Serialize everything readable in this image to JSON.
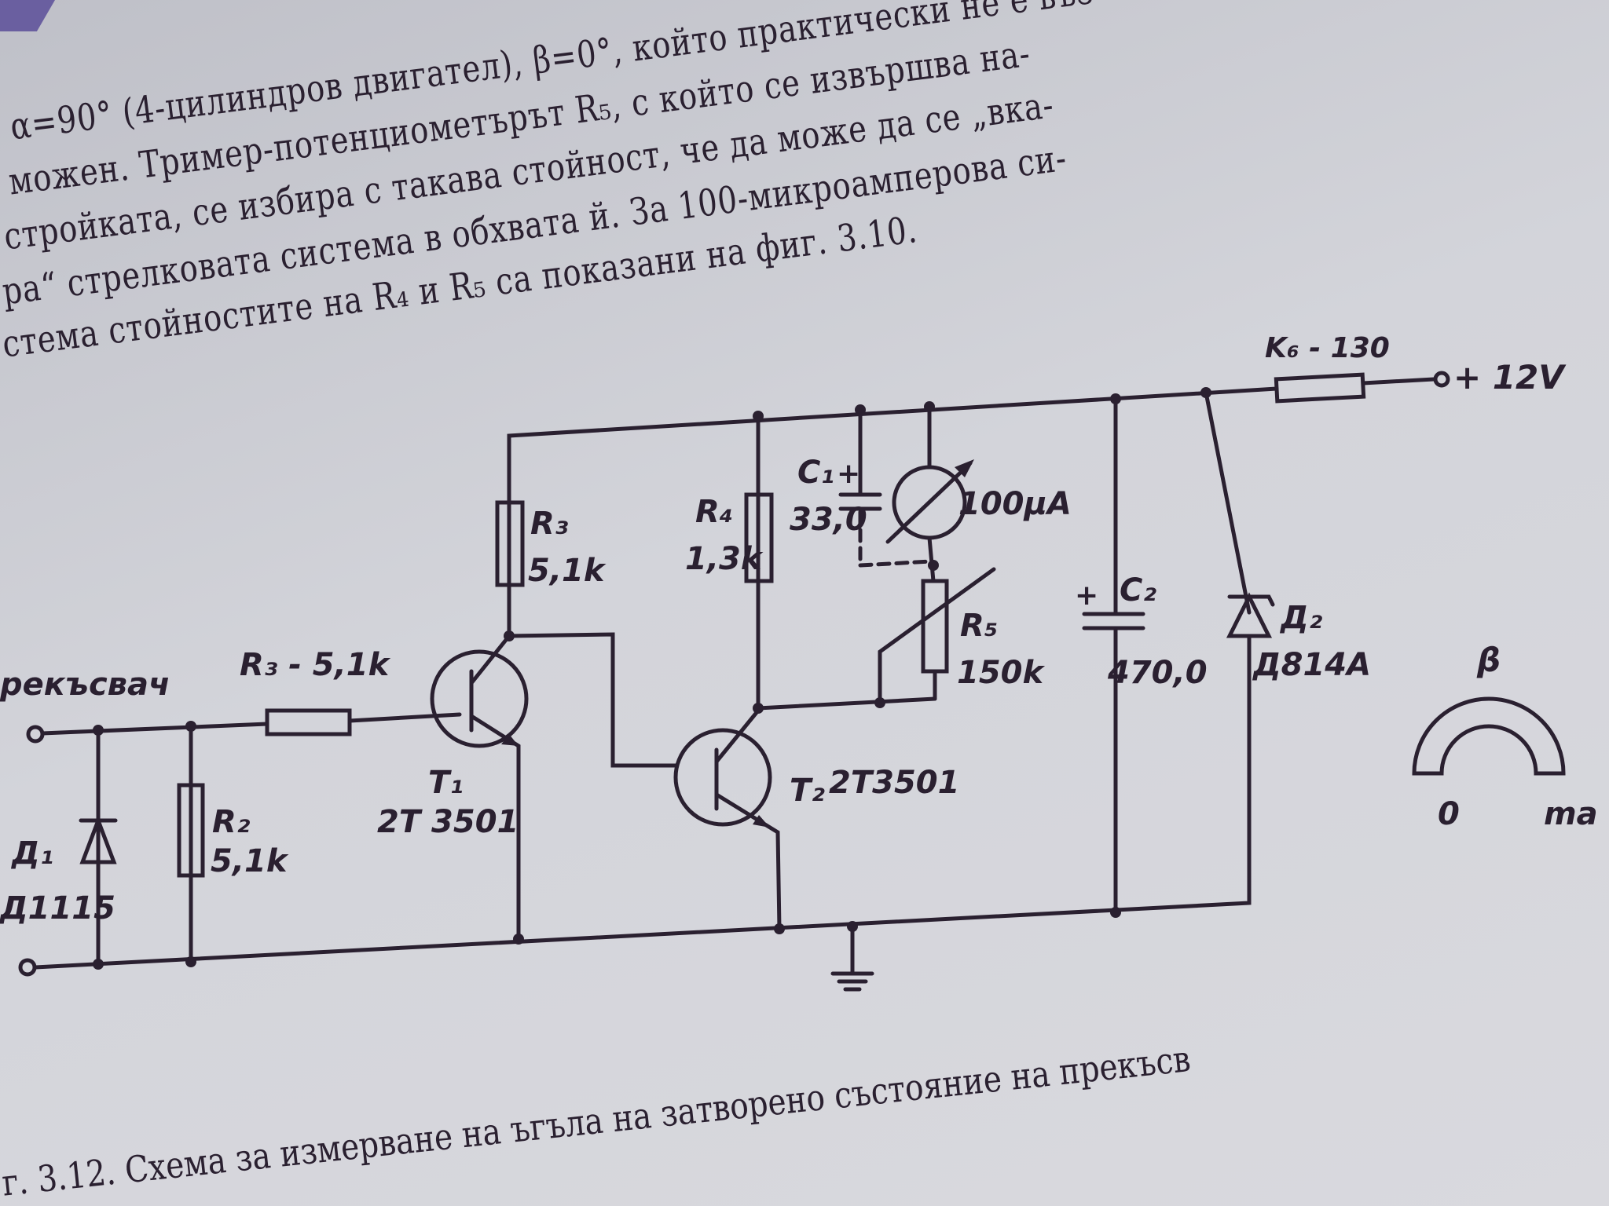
{
  "text": {
    "lines": [
      "α=90° (4-цилиндров двигател), β=0°, който практически не е въз-",
      "можен. Тример-потенциометърът R₅,  с който се  извършва  на-",
      "стройката, се избира с такава  стойност, че да може да се  „вка-",
      "ра“ стрелковата система в обхвата й. За 100-микроамперова  си-",
      "стема стойностите на R₄ и R₅ са показани на фиг. 3.10."
    ],
    "caption": "г. 3.12. Схема за измерване на ъгъла на затворено състояние на прекъсв"
  },
  "schematic": {
    "input_label": "рекъсвач",
    "supply_resistor": "K₆ - 130",
    "supply": "+ 12V",
    "R3_series": "R₃ - 5,1k",
    "D1": {
      "name": "Д₁",
      "type": "Д1115"
    },
    "R2": {
      "name": "R₂",
      "value": "5,1k"
    },
    "R3": {
      "name": "R₃",
      "value": "5,1k"
    },
    "R4": {
      "name": "R₄",
      "value": "1,3k"
    },
    "C1": {
      "name": "C₁",
      "polarity": "+",
      "value": "33,0"
    },
    "meter": "100μA",
    "R5": {
      "name": "R₅",
      "value": "150k"
    },
    "C2": {
      "name": "C₂",
      "polarity": "+",
      "value": "470,0"
    },
    "D2": {
      "name": "Д₂",
      "type": "Д814А"
    },
    "T1": {
      "name": "T₁",
      "type": "2T 3501"
    },
    "T2": {
      "name": "T₂",
      "type": "2T3501"
    },
    "gauge": {
      "symbol": "β",
      "min": "0",
      "max": "ma"
    }
  }
}
